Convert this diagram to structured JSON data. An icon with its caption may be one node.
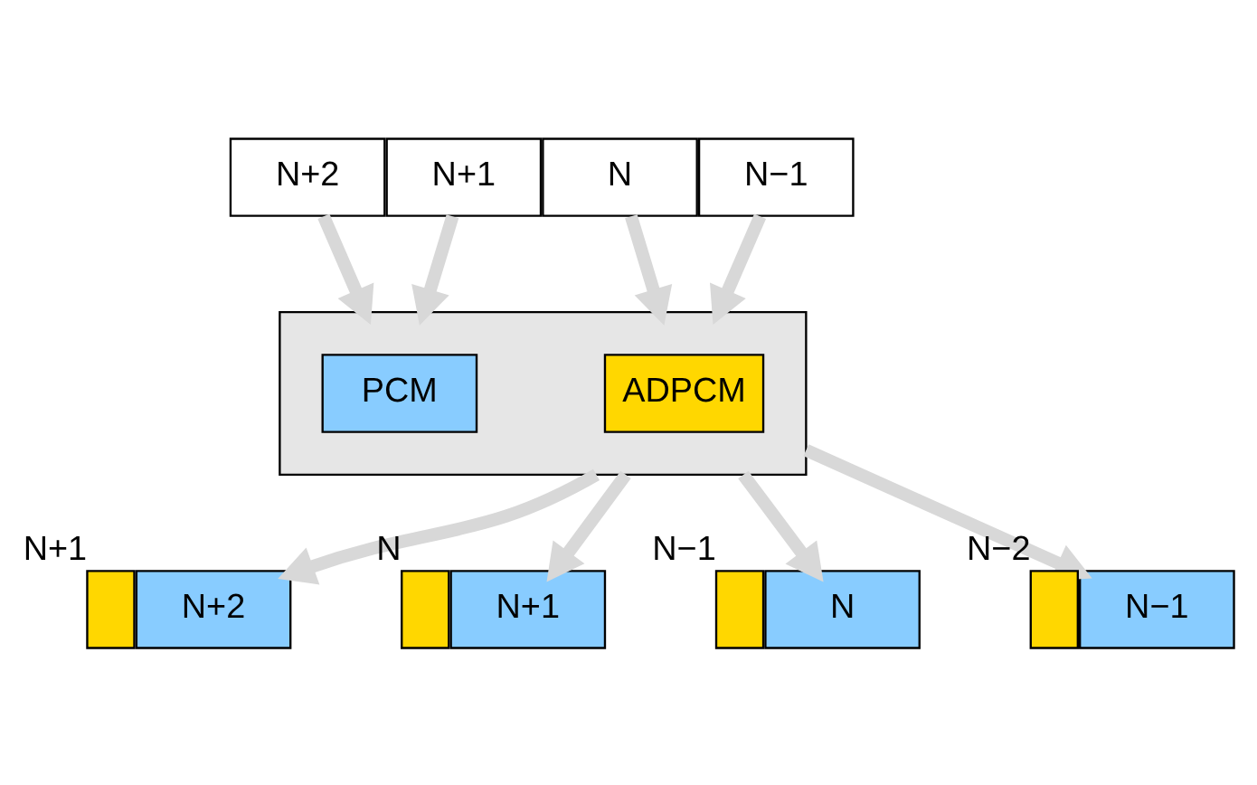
{
  "diagram": {
    "nodes": [
      {
        "text": [
          "N+2"
        ]
      },
      {
        "text": [
          "N+1"
        ]
      },
      {
        "text": [
          "N"
        ]
      },
      {
        "text": [
          "N−1"
        ]
      },
      {
        "text": [],
        "shape": "box"
      },
      {
        "text": [
          "PCM"
        ],
        "in": 4
      },
      {
        "text": [
          "ADPCM"
        ],
        "in": 4
      },
      {
        "text": [],
        "shape": "bar",
        "beside": [
          "N+1"
        ]
      },
      {
        "text": [
          "N+2"
        ]
      },
      {
        "text": [],
        "shape": "bar",
        "beside": [
          "N"
        ]
      },
      {
        "text": [
          "N+1"
        ]
      },
      {
        "text": [],
        "shape": "bar",
        "beside": [
          "N−1"
        ]
      },
      {
        "text": [
          "N"
        ]
      },
      {
        "text": [],
        "shape": "bar",
        "beside": [
          "N−2"
        ]
      },
      {
        "text": [
          "N−1"
        ]
      }
    ],
    "edges": [
      {
        "from": 0,
        "to": 4,
        "arrow": "to"
      },
      {
        "from": 1,
        "to": 4,
        "arrow": "to"
      },
      {
        "from": 2,
        "to": 4,
        "arrow": "to"
      },
      {
        "from": 3,
        "to": 4,
        "arrow": "to"
      },
      {
        "from": 4,
        "to": 8,
        "arrow": "to"
      },
      {
        "from": 4,
        "to": 10,
        "arrow": "to"
      },
      {
        "from": 4,
        "to": 12,
        "arrow": "to"
      },
      {
        "from": 4,
        "to": 14,
        "arrow": "to"
      }
    ]
  }
}
